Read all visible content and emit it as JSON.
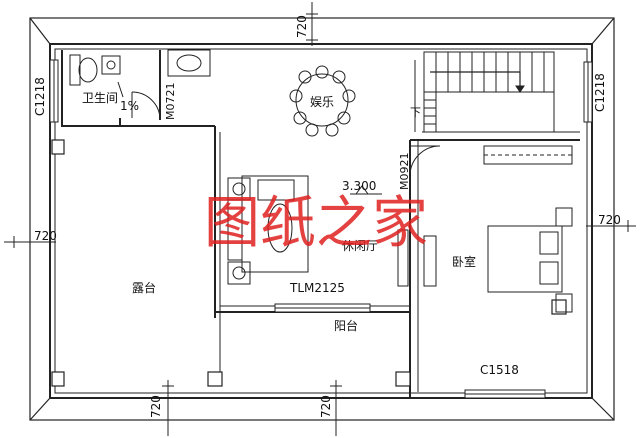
{
  "watermark": "图纸之家",
  "rooms": {
    "bathroom": "卫生间",
    "entertainment": "娱乐",
    "lounge": "休闲厅",
    "bedroom": "卧室",
    "terrace": "露台",
    "balcony": "阳台"
  },
  "labels": {
    "slope": "1%",
    "door_m0721": "M0721",
    "door_m0921": "M0921",
    "elevation": "3.300",
    "door_tlm2125": "TLM2125",
    "window_c1218_left": "C1218",
    "window_c1218_right": "C1218",
    "window_c1518": "C1518",
    "stair_down": "下"
  },
  "dimensions": {
    "top": "720",
    "left": "720",
    "right": "720",
    "bottom_left": "720",
    "bottom_right": "720"
  }
}
